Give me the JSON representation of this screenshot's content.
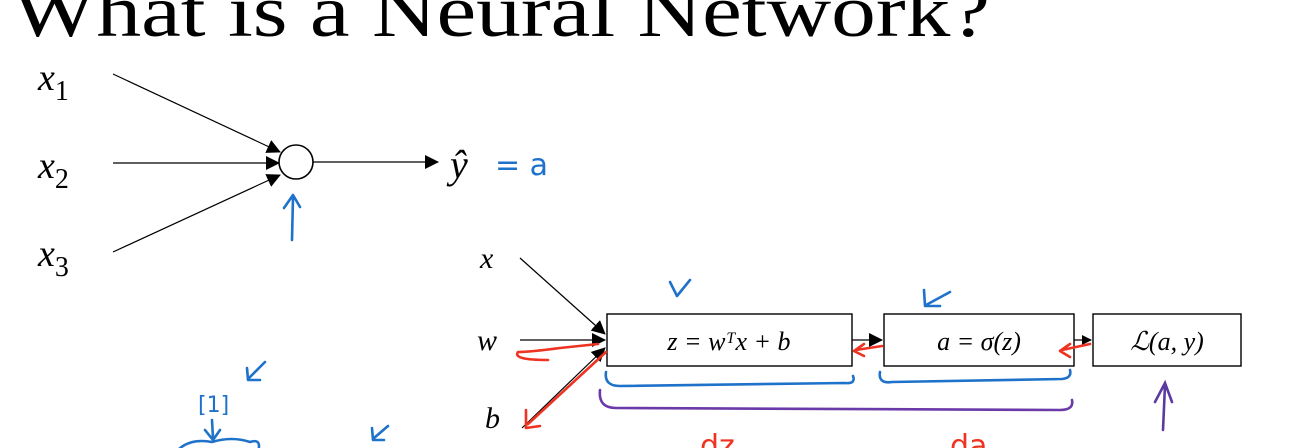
{
  "slide": {
    "title": "What is a Neural Network?",
    "neuron": {
      "inputs": [
        "x",
        "x",
        "x"
      ],
      "input_subscripts": [
        "1",
        "2",
        "3"
      ],
      "output_label": "ŷ",
      "output_annotation": "= a"
    },
    "graph": {
      "inputs": [
        "x",
        "w",
        "b"
      ],
      "boxes": [
        "z = wᵀx + b",
        "a = σ(z)",
        "ℒ(a, y)"
      ],
      "derivative_labels": [
        "dz",
        "da"
      ],
      "layer_annotation": "[1]"
    }
  },
  "colors": {
    "ink_blue": "#1f72c9",
    "ink_red": "#ee3322",
    "ink_purple": "#6a3aa8"
  }
}
